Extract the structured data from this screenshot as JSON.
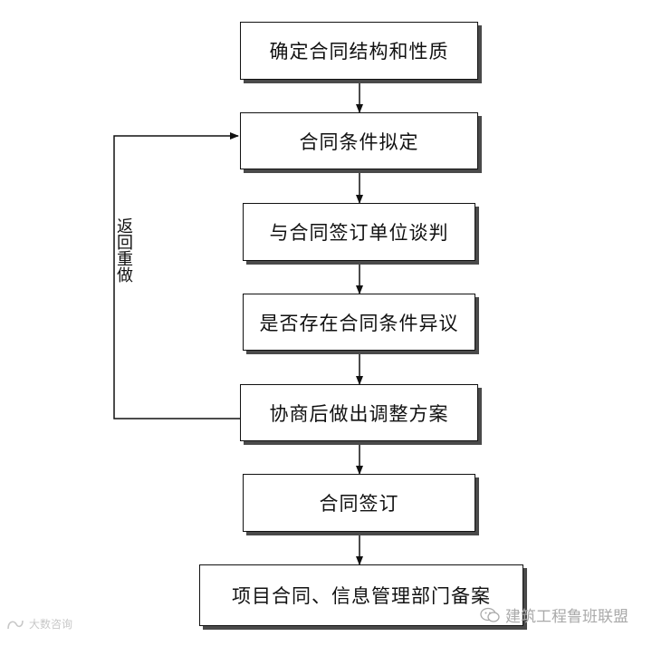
{
  "flowchart": {
    "steps": [
      "确定合同结构和性质",
      "合同条件拟定",
      "与合同签订单位谈判",
      "是否存在合同条件异议",
      "协商后做出调整方案",
      "合同签订",
      "项目合同、信息管理部门备案"
    ],
    "loop_label": "返回重做"
  },
  "watermarks": {
    "right": "建筑工程鲁班联盟",
    "left": "大数咨询"
  }
}
